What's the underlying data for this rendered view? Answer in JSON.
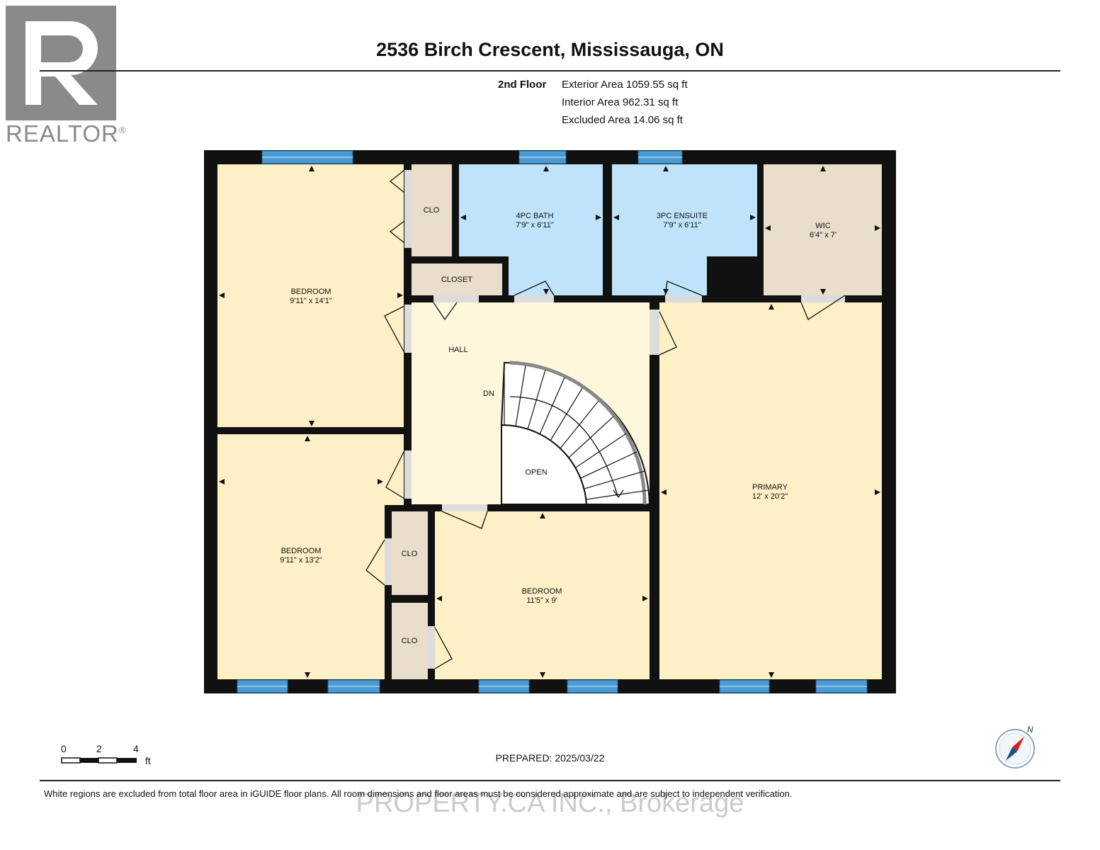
{
  "title": "2536 Birch Crescent, Mississauga, ON",
  "floor": {
    "name": "2nd Floor",
    "exterior_area": "Exterior Area 1059.55 sq ft",
    "interior_area": "Interior Area 962.31 sq ft",
    "excluded_area": "Excluded Area 14.06 sq ft"
  },
  "logo": {
    "text": "REALTOR",
    "mark": "®"
  },
  "rooms": [
    {
      "name": "BEDROOM",
      "dims": "9'11\" x 14'1\""
    },
    {
      "name": "CLO",
      "dims": ""
    },
    {
      "name": "4PC BATH",
      "dims": "7'9\" x 6'11\""
    },
    {
      "name": "3PC ENSUITE",
      "dims": "7'9\" x 6'11\""
    },
    {
      "name": "WIC",
      "dims": "6'4\" x 7'"
    },
    {
      "name": "CLOSET",
      "dims": ""
    },
    {
      "name": "HALL",
      "dims": ""
    },
    {
      "name": "BEDROOM",
      "dims": "9'11\" x 13'2\""
    },
    {
      "name": "CLO",
      "dims": ""
    },
    {
      "name": "CLO",
      "dims": ""
    },
    {
      "name": "BEDROOM",
      "dims": "11'5\" x 9'"
    },
    {
      "name": "PRIMARY",
      "dims": "12' x 20'2\""
    },
    {
      "name": "OPEN",
      "dims": ""
    }
  ],
  "stairs_label": "DN",
  "scale": {
    "ticks": [
      "0",
      "2",
      "4"
    ],
    "unit": "ft"
  },
  "compass": {
    "letter": "N"
  },
  "prepared": "PREPARED: 2025/03/22",
  "disclaimer": "White regions are excluded from total floor area in iGUIDE floor plans. All room dimensions and floor areas must be considered approximate and are subject to independent verification.",
  "watermark": "PROPERTY.CA INC., Brokerage",
  "colors": {
    "bedroom": "#fdf0c6",
    "hall": "#fef7dc",
    "bath": "#bfe3f9",
    "closet": "#e9ddcc",
    "wall": "#111111",
    "window": "#4a9ad4"
  }
}
